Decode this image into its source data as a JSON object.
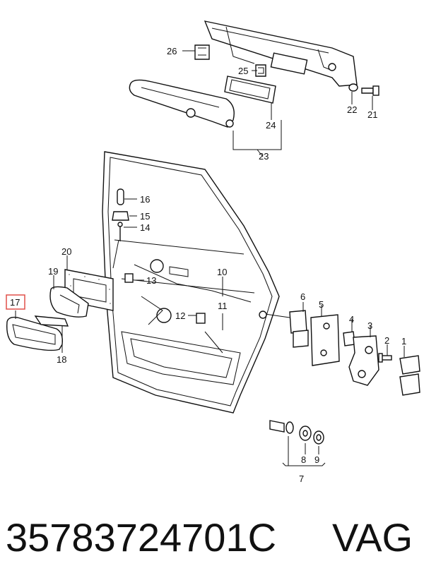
{
  "diagram": {
    "callouts": [
      {
        "id": "c26",
        "text": "26"
      },
      {
        "id": "c25",
        "text": "25"
      },
      {
        "id": "c22",
        "text": "22"
      },
      {
        "id": "c21",
        "text": "21"
      },
      {
        "id": "c24",
        "text": "24"
      },
      {
        "id": "c23",
        "text": "23"
      },
      {
        "id": "c16",
        "text": "16"
      },
      {
        "id": "c15",
        "text": "15"
      },
      {
        "id": "c14",
        "text": "14"
      },
      {
        "id": "c20",
        "text": "20"
      },
      {
        "id": "c19",
        "text": "19"
      },
      {
        "id": "c13",
        "text": "13"
      },
      {
        "id": "c10",
        "text": "10"
      },
      {
        "id": "c17",
        "text": "17"
      },
      {
        "id": "c12",
        "text": "12"
      },
      {
        "id": "c11",
        "text": "11"
      },
      {
        "id": "c18",
        "text": "18"
      },
      {
        "id": "c6",
        "text": "6"
      },
      {
        "id": "c5",
        "text": "5"
      },
      {
        "id": "c4",
        "text": "4"
      },
      {
        "id": "c3",
        "text": "3"
      },
      {
        "id": "c2",
        "text": "2"
      },
      {
        "id": "c1",
        "text": "1"
      },
      {
        "id": "c8",
        "text": "8"
      },
      {
        "id": "c9",
        "text": "9"
      },
      {
        "id": "c7",
        "text": "7"
      }
    ],
    "highlighted_part": "17",
    "highlight_color": "#e0504a"
  },
  "footer": {
    "part_number": "35783724701C",
    "brand": "VAG"
  }
}
